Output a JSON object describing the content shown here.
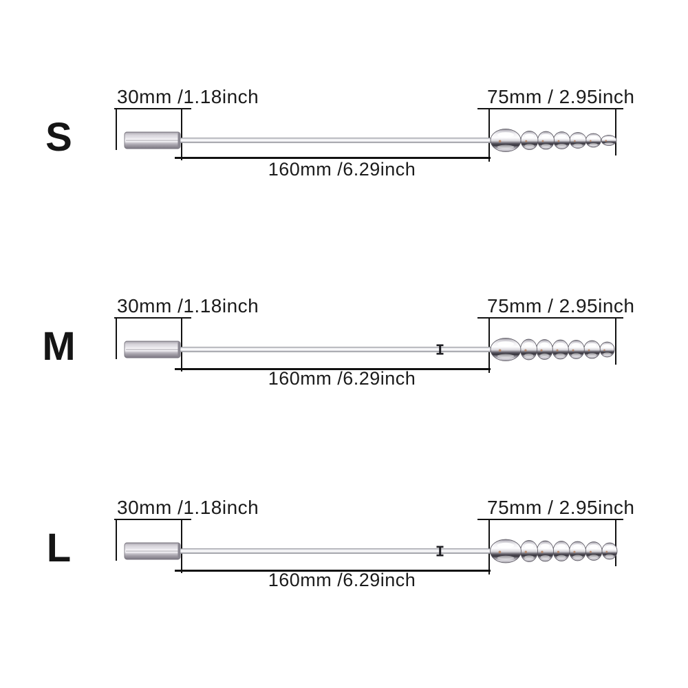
{
  "rows": [
    {
      "label": "S",
      "handle_dim": "30mm /1.18inch",
      "shaft_dim": "160mm /6.29inch",
      "tip_dim": "75mm / 2.95inch"
    },
    {
      "label": "M",
      "handle_dim": "30mm /1.18inch",
      "shaft_dim": "160mm /6.29inch",
      "tip_dim": "75mm / 2.95inch"
    },
    {
      "label": "L",
      "handle_dim": "30mm /1.18inch",
      "shaft_dim": "160mm /6.29inch",
      "tip_dim": "75mm / 2.95inch"
    }
  ],
  "colors": {
    "background": "#ffffff",
    "dimension_line": "#111111",
    "text": "#1b1b1b",
    "metal_highlight": "#fdfdfe",
    "metal_shadow": "#35333b",
    "bead_reflection": "#b5805e"
  }
}
